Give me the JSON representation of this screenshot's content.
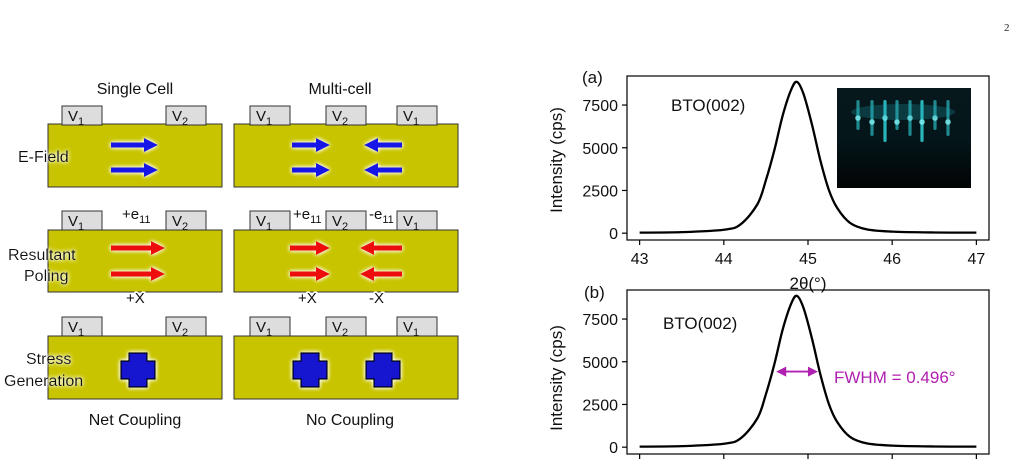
{
  "page_number": "2",
  "schematic": {
    "column_titles": {
      "single": "Single Cell",
      "multi": "Multi-cell"
    },
    "row_labels": {
      "efield": "E-Field",
      "poling_1": "Resultant",
      "poling_2": "Poling",
      "stress_1": "Stress",
      "stress_2": "Generation"
    },
    "electrode": {
      "v": "V",
      "sub1": "1",
      "sub2": "2"
    },
    "strain": {
      "plus": "+e",
      "minus": "-e",
      "sub": "11"
    },
    "axes": {
      "plus_x": "+X",
      "minus_x": "-X"
    },
    "bottom": {
      "single": "Net Coupling",
      "multi": "No Coupling"
    },
    "colors": {
      "block": "#c8c400",
      "efield_arrow": "#1414e6",
      "poling_arrow": "#ee1111",
      "cross": "#1414d0",
      "electrode": "#dddddd"
    }
  },
  "chart_data": [
    {
      "type": "line",
      "panel_label": "(a)",
      "annotation": "BTO(002)",
      "xlabel": "2θ(°)",
      "ylabel": "Intensity (cps)",
      "xlim": [
        42.85,
        47.15
      ],
      "ylim": [
        -400,
        9200
      ],
      "xticks": [
        "43",
        "44",
        "45",
        "46",
        "47"
      ],
      "yticks": [
        "0",
        "2500",
        "5000",
        "7500"
      ],
      "inset": "RHEED pattern image (cyan streaks on black)",
      "series": [
        {
          "color": "#000000",
          "x": [
            43.0,
            43.5,
            44.0,
            44.2,
            44.4,
            44.5,
            44.6,
            44.7,
            44.8,
            44.87,
            44.95,
            45.05,
            45.15,
            45.25,
            45.35,
            45.5,
            45.7,
            46.0,
            46.5,
            47.0
          ],
          "y": [
            30,
            60,
            200,
            520,
            1700,
            3100,
            4850,
            6900,
            8400,
            8850,
            8100,
            6300,
            4200,
            2500,
            1450,
            600,
            220,
            90,
            40,
            30
          ]
        }
      ]
    },
    {
      "type": "line",
      "panel_label": "(b)",
      "annotation": "BTO(002)",
      "fwhm_label": "FWHM = 0.496°",
      "ylabel": "Intensity (cps)",
      "ylim": [
        -400,
        9200
      ],
      "yticks": [
        "0",
        "2500",
        "5000",
        "7500"
      ],
      "series": [
        {
          "color": "#000000",
          "x": [
            43.0,
            43.5,
            44.0,
            44.2,
            44.4,
            44.5,
            44.6,
            44.7,
            44.8,
            44.87,
            44.95,
            45.05,
            45.15,
            45.25,
            45.35,
            45.5,
            45.7,
            46.0,
            46.5,
            47.0
          ],
          "y": [
            30,
            60,
            200,
            520,
            1700,
            3100,
            4850,
            6900,
            8400,
            8850,
            8100,
            6300,
            4200,
            2500,
            1450,
            600,
            220,
            90,
            40,
            30
          ]
        }
      ]
    }
  ]
}
